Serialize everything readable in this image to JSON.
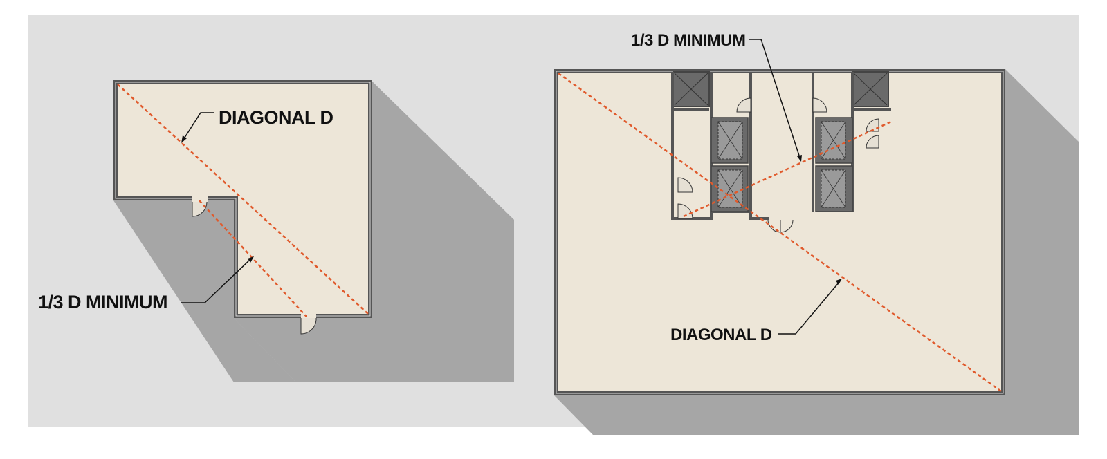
{
  "left_plan": {
    "diagonal_label": "DIAGONAL D",
    "min_label": "1/3 D MINIMUM"
  },
  "right_plan": {
    "diagonal_label": "DIAGONAL D",
    "min_label": "1/3 D MINIMUM"
  },
  "colors": {
    "background": "#e0e0e0",
    "floor": "#ede6d8",
    "shadow": "#a6a6a6",
    "wall": "#555555",
    "diagonal": "#e05a2c",
    "core_dark": "#6a6a6a",
    "core_light": "#9a9a9a"
  }
}
